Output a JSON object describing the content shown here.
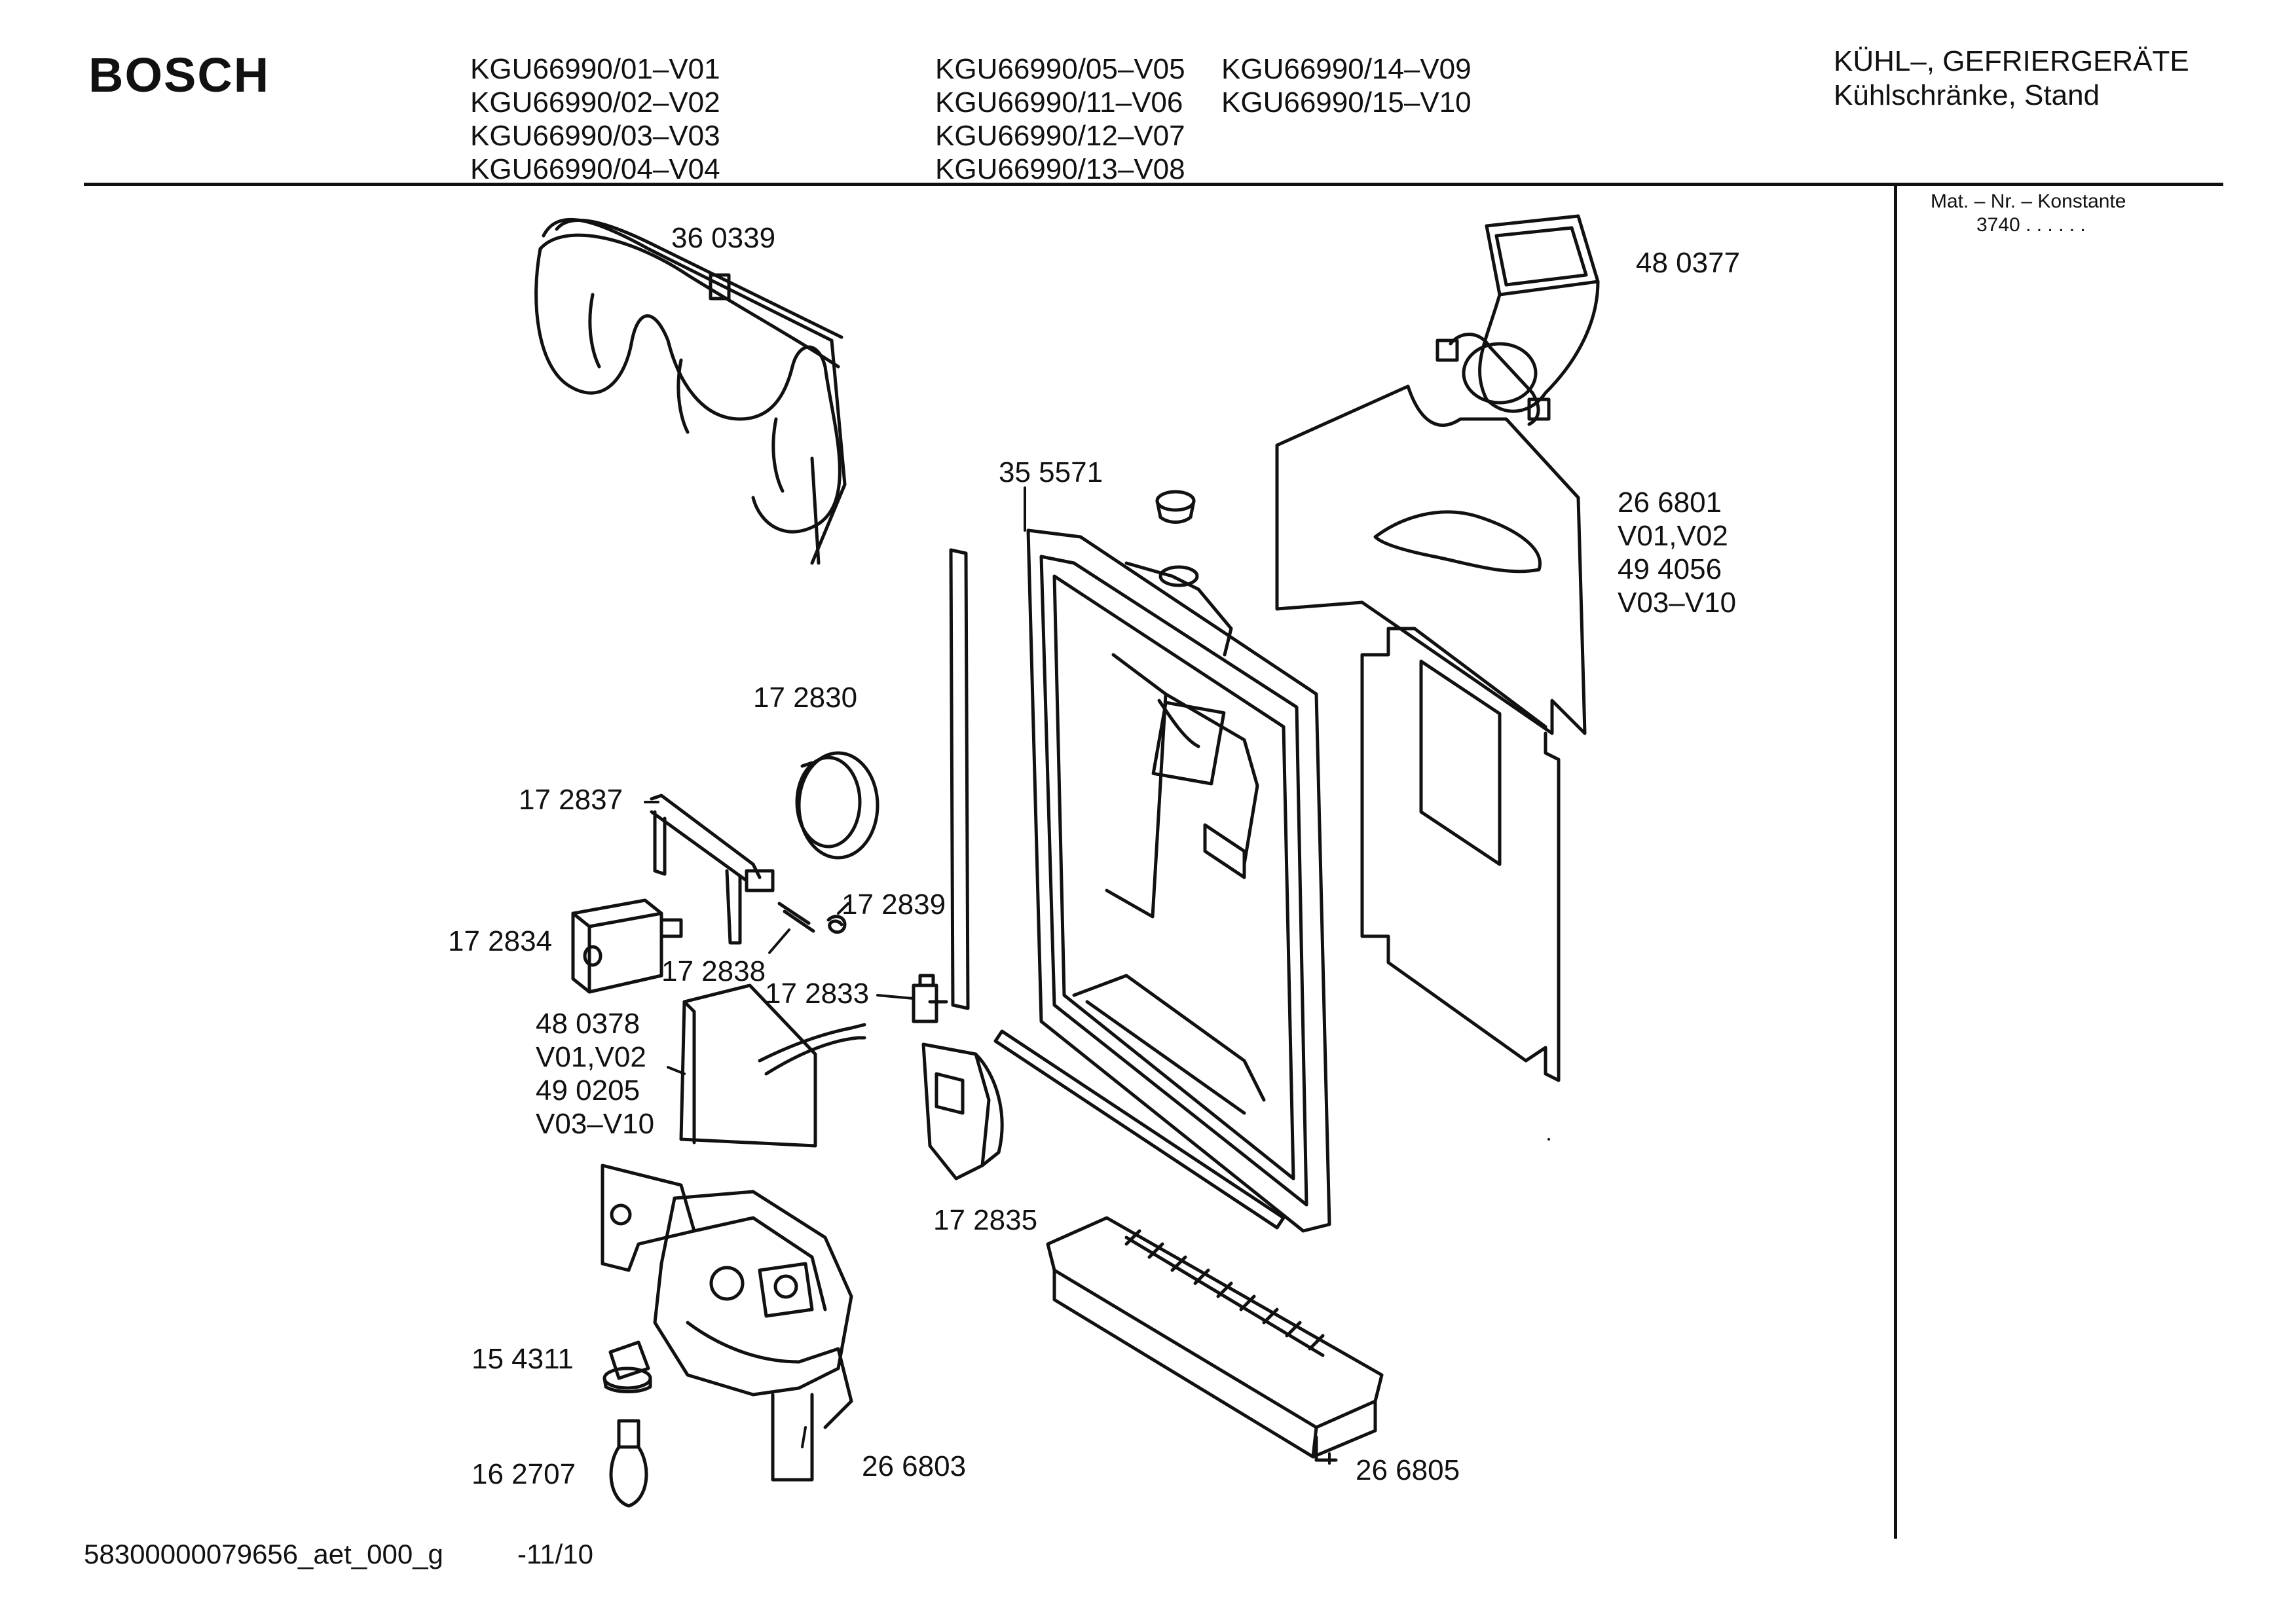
{
  "header": {
    "brand": "BOSCH",
    "models_col1": [
      "KGU66990/01–V01",
      "KGU66990/02–V02",
      "KGU66990/03–V03",
      "KGU66990/04–V04"
    ],
    "models_col2": [
      "KGU66990/05–V05",
      "KGU66990/11–V06",
      "KGU66990/12–V07",
      "KGU66990/13–V08"
    ],
    "models_col3": [
      "KGU66990/14–V09",
      "KGU66990/15–V10"
    ],
    "category_line1": "KÜHL–, GEFRIERGERÄTE",
    "category_line2": "Kühlschränke, Stand"
  },
  "side_panel": {
    "mat_label": "Mat. – Nr. – Konstante",
    "mat_value": "3740 . . . . . ."
  },
  "parts": [
    {
      "id": "p360339",
      "lines": [
        "36 0339"
      ]
    },
    {
      "id": "p480377",
      "lines": [
        "48 0377"
      ]
    },
    {
      "id": "p355571",
      "lines": [
        "35 5571"
      ]
    },
    {
      "id": "p266801",
      "lines": [
        "26 6801",
        "V01,V02",
        "49 4056",
        "V03–V10"
      ]
    },
    {
      "id": "p172830",
      "lines": [
        "17 2830"
      ]
    },
    {
      "id": "p172837",
      "lines": [
        "17 2837"
      ]
    },
    {
      "id": "p172839",
      "lines": [
        "17 2839"
      ]
    },
    {
      "id": "p172834",
      "lines": [
        "17 2834"
      ]
    },
    {
      "id": "p172838",
      "lines": [
        "17 2838"
      ]
    },
    {
      "id": "p172833",
      "lines": [
        "17 2833"
      ]
    },
    {
      "id": "p480378",
      "lines": [
        "48 0378",
        "V01,V02",
        "49 0205",
        "V03–V10"
      ]
    },
    {
      "id": "p172835",
      "lines": [
        "17 2835"
      ]
    },
    {
      "id": "p154311",
      "lines": [
        "15 4311"
      ]
    },
    {
      "id": "p162707",
      "lines": [
        "16 2707"
      ]
    },
    {
      "id": "p266803",
      "lines": [
        "26 6803"
      ]
    },
    {
      "id": "p266805",
      "lines": [
        "26 6805"
      ]
    }
  ],
  "footer": {
    "doc_id": "58300000079656_aet_000_g",
    "date": "-11/10"
  }
}
